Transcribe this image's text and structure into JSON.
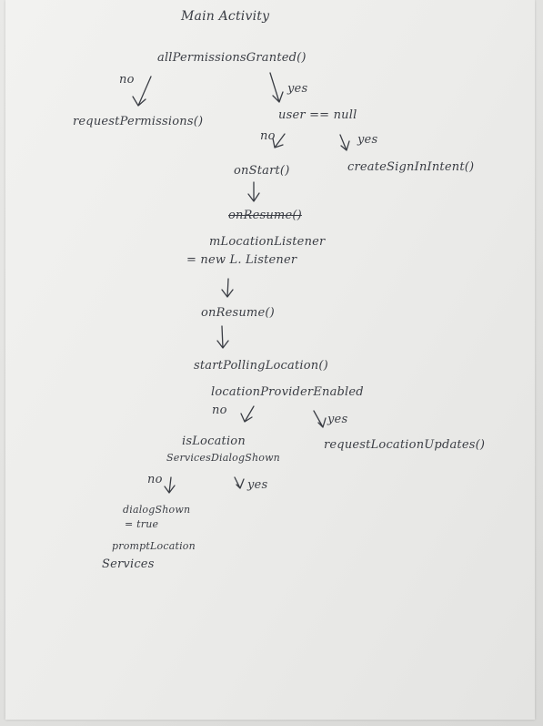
{
  "nodes": {
    "title": "Main Activity",
    "all_permissions": "allPermissionsGranted()",
    "request_permissions": "requestPermissions()",
    "user_null": "user == null",
    "create_sign_in": "createSignInIntent()",
    "on_start": "onStart()",
    "on_resume_struck": "onResume()",
    "location_listener_1": "mLocationListener",
    "location_listener_2": "= new L. Listener",
    "on_resume": "onResume()",
    "start_polling": "startPollingLocation()",
    "provider_enabled": "locationProviderEnabled",
    "request_updates": "requestLocationUpdates()",
    "dialog_shown_1": "isLocation",
    "dialog_shown_2": "ServicesDialogShown",
    "dialog_true_1": "dialogShown",
    "dialog_true_2": "= true",
    "prompt_1": "promptLocation",
    "prompt_2": "Services"
  },
  "labels": {
    "no_1": "no",
    "yes_1": "yes",
    "no_2": "no",
    "yes_2": "yes",
    "no_3": "no",
    "yes_3": "yes",
    "no_4": "no",
    "yes_4": "yes"
  }
}
